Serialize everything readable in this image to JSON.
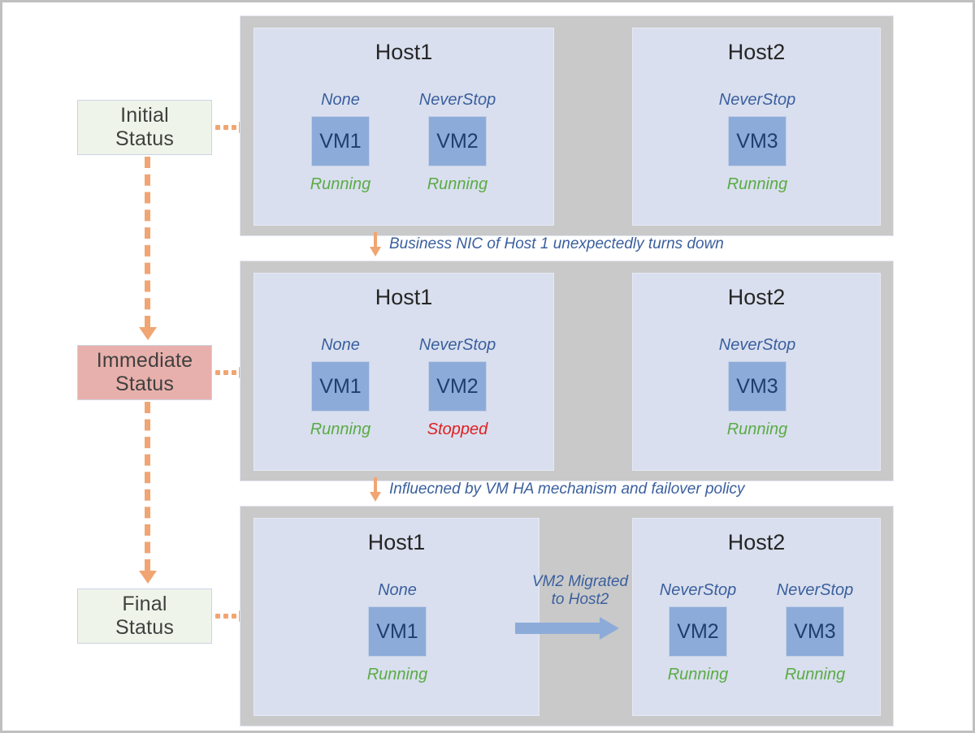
{
  "diagram": {
    "title": "VM HA failover status flow",
    "colors": {
      "stage_band": "#c9c9c9",
      "host_panel": "#d9dfee",
      "vm_box": "#8dabd9",
      "vm_text": "#1f3d6e",
      "policy_text": "#3a5f9e",
      "running": "#5aab46",
      "stopped": "#e02020",
      "arrow_orange": "#f0a572",
      "status_green_bg": "#eef4e9",
      "status_pink_bg": "#e8b0ac"
    }
  },
  "status_labels": [
    {
      "id": "initial",
      "line1": "Initial",
      "line2": "Status",
      "tone": "green"
    },
    {
      "id": "immediate",
      "line1": "Immediate",
      "line2": "Status",
      "tone": "pink"
    },
    {
      "id": "final",
      "line1": "Final",
      "line2": "Status",
      "tone": "green"
    }
  ],
  "transitions": [
    {
      "id": "t1",
      "caption": "Business NIC of Host 1 unexpectedly turns down"
    },
    {
      "id": "t2",
      "caption": "Influecned by VM HA mechanism and failover policy"
    }
  ],
  "migration": {
    "label_line1": "VM2 Migrated",
    "label_line2": "to Host2"
  },
  "stages": [
    {
      "id": "stage-initial",
      "hosts": [
        {
          "name": "Host1",
          "vms": [
            {
              "name": "VM1",
              "policy": "None",
              "state": "Running",
              "state_kind": "running"
            },
            {
              "name": "VM2",
              "policy": "NeverStop",
              "state": "Running",
              "state_kind": "running"
            }
          ]
        },
        {
          "name": "Host2",
          "vms": [
            {
              "name": "VM3",
              "policy": "NeverStop",
              "state": "Running",
              "state_kind": "running"
            }
          ]
        }
      ]
    },
    {
      "id": "stage-immediate",
      "hosts": [
        {
          "name": "Host1",
          "vms": [
            {
              "name": "VM1",
              "policy": "None",
              "state": "Running",
              "state_kind": "running"
            },
            {
              "name": "VM2",
              "policy": "NeverStop",
              "state": "Stopped",
              "state_kind": "stopped"
            }
          ]
        },
        {
          "name": "Host2",
          "vms": [
            {
              "name": "VM3",
              "policy": "NeverStop",
              "state": "Running",
              "state_kind": "running"
            }
          ]
        }
      ]
    },
    {
      "id": "stage-final",
      "hosts": [
        {
          "name": "Host1",
          "vms": [
            {
              "name": "VM1",
              "policy": "None",
              "state": "Running",
              "state_kind": "running"
            }
          ]
        },
        {
          "name": "Host2",
          "vms": [
            {
              "name": "VM2",
              "policy": "NeverStop",
              "state": "Running",
              "state_kind": "running"
            },
            {
              "name": "VM3",
              "policy": "NeverStop",
              "state": "Running",
              "state_kind": "running"
            }
          ]
        }
      ]
    }
  ]
}
